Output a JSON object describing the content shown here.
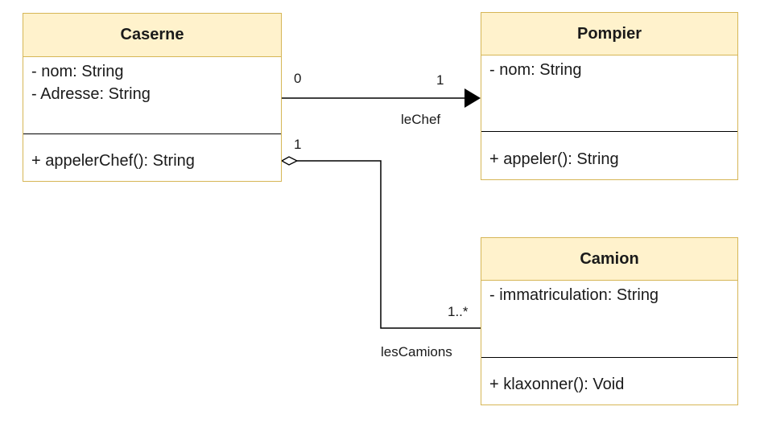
{
  "classes": {
    "caserne": {
      "name": "Caserne",
      "attributes": [
        "- nom: String",
        "- Adresse: String"
      ],
      "methods": [
        "+ appelerChef(): String"
      ]
    },
    "pompier": {
      "name": "Pompier",
      "attributes": [
        "- nom: String"
      ],
      "methods": [
        "+ appeler(): String"
      ]
    },
    "camion": {
      "name": "Camion",
      "attributes": [
        "- immatriculation: String"
      ],
      "methods": [
        "+ klaxonner(): Void"
      ]
    }
  },
  "associations": {
    "lechef": {
      "name": "leChef",
      "source_multiplicity": "0",
      "target_multiplicity": "1"
    },
    "lescamions": {
      "name": "lesCamions",
      "source_multiplicity": "1",
      "target_multiplicity": "1..*"
    }
  },
  "colors": {
    "header_fill": "#fff2cc",
    "border": "#d6b656",
    "line": "#000000"
  }
}
